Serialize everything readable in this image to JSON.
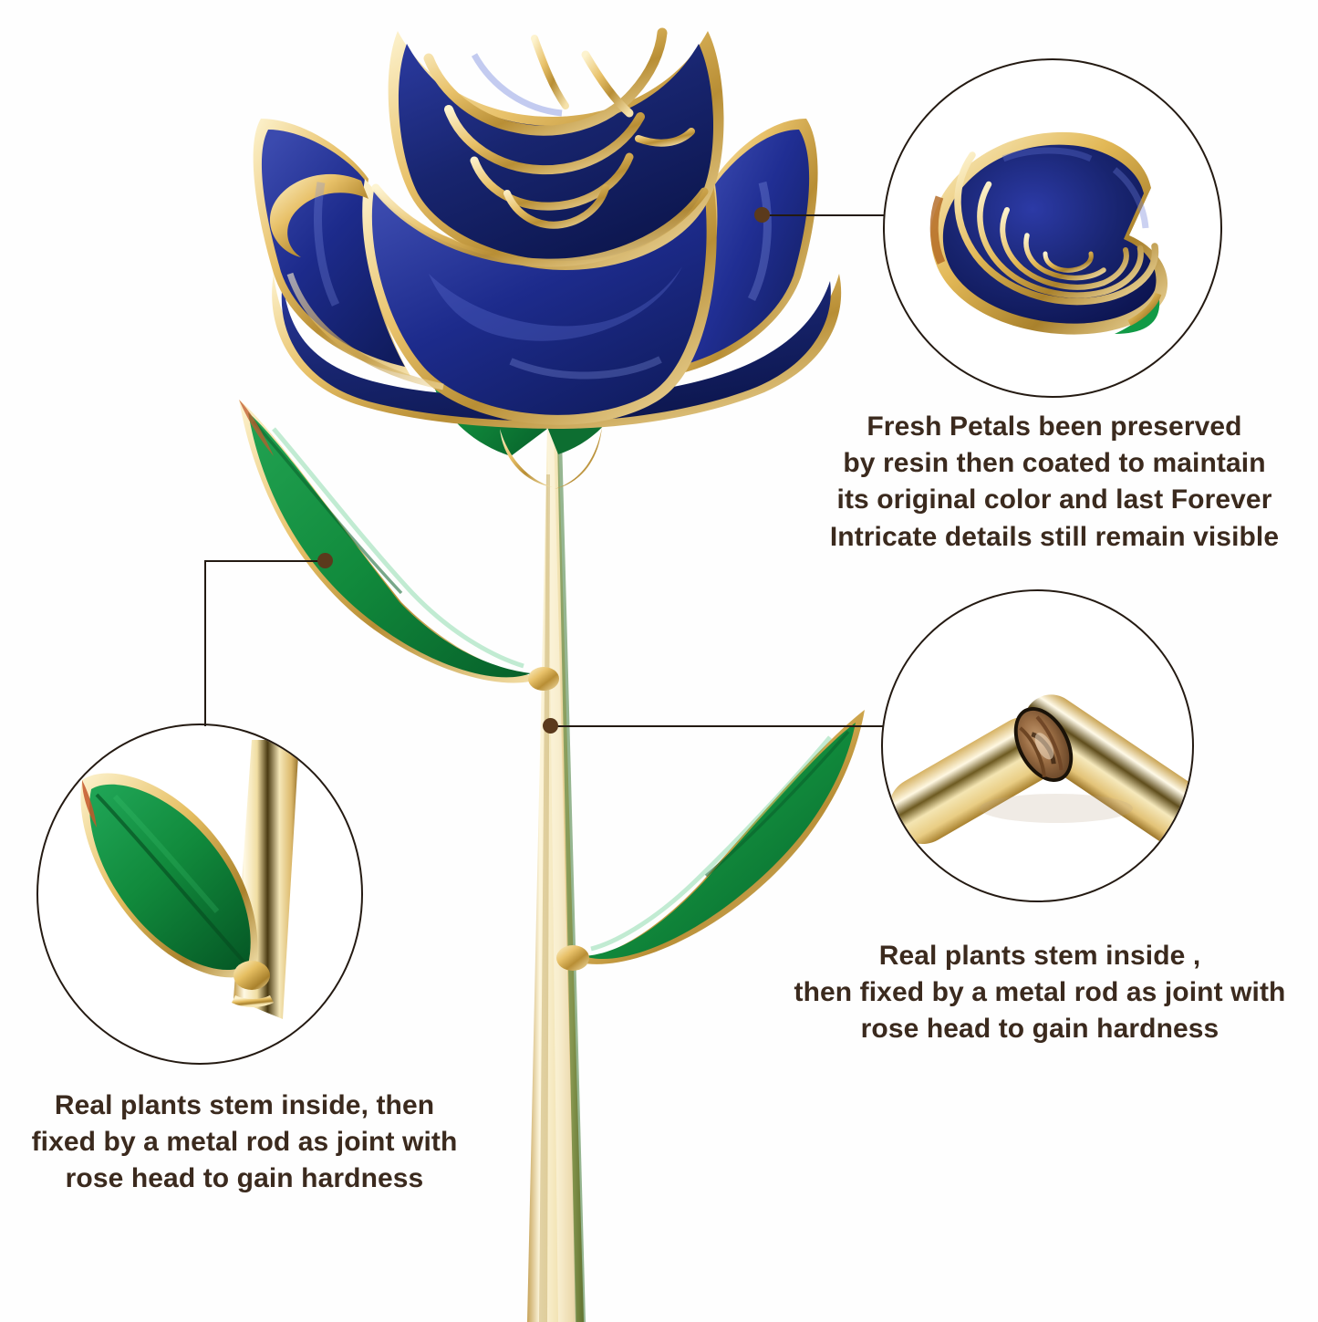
{
  "product": {
    "name": "24k gold dipped preserved blue rose",
    "background_color": "#ffffff",
    "petal_color": "#1f2f8f",
    "petal_color_dark": "#14205f",
    "petal_highlight": "#4a5bc0",
    "gold_color": "#e8c169",
    "gold_light": "#fdf3cf",
    "gold_dark": "#a9812c",
    "leaf_color": "#138a3e",
    "leaf_color_dark": "#0a5f29",
    "stem_gold": "#f0dca8",
    "text_color": "#3b2a1e",
    "line_color": "#231a12",
    "dot_color": "#5b3a1c"
  },
  "captions": {
    "petals": "Fresh Petals been preserved\nby resin then coated to maintain\nits original color and last Forever\nIntricate details still remain visible",
    "rod_right": "Real plants stem inside ,\nthen fixed by a metal rod as joint with\nrose head to gain hardness",
    "rod_left": "Real plants stem inside, then\nfixed by a metal rod as joint with\nrose head to gain hardness"
  },
  "callouts": [
    {
      "id": "rose-top",
      "subject": "top-down view of gold trimmed blue rose bloom",
      "position": "top-right",
      "connects_to": "rose-head-petal-edge"
    },
    {
      "id": "rod",
      "subject": "cut gold stem revealing real woody plant stem inside",
      "position": "middle-right",
      "connects_to": "stem-midpoint"
    },
    {
      "id": "leaf",
      "subject": "gold trimmed green leaf attached to gold stem",
      "position": "bottom-left",
      "connects_to": "upper-leaf"
    }
  ]
}
